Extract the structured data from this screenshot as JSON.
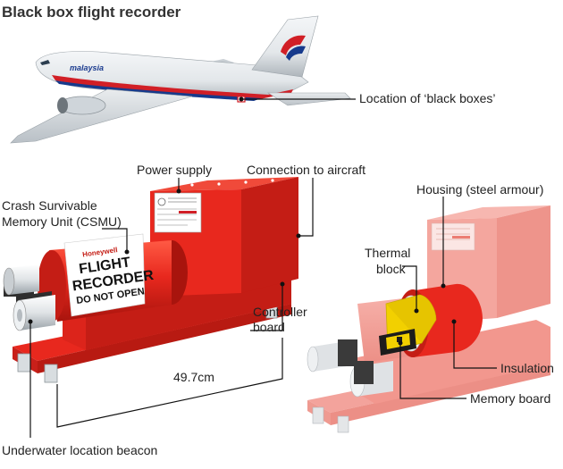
{
  "title": "Black box flight recorder",
  "airline_logo_text": "malaysia",
  "recorder_text": {
    "brand": "Honeywell",
    "line1": "FLIGHT",
    "line2": "RECORDER",
    "line3": "DO NOT OPEN"
  },
  "labels": {
    "location": "Location of ‘black boxes’",
    "power_supply": "Power supply",
    "connection": "Connection to aircraft",
    "csmu_line1": "Crash Survivable",
    "csmu_line2": "Memory Unit (CSMU)",
    "controller_line1": "Controller",
    "controller_line2": "board",
    "dimension": "49.7cm",
    "beacon": "Underwater location beacon",
    "housing": "Housing (steel armour)",
    "thermal_line1": "Thermal",
    "thermal_line2": "block",
    "insulation": "Insulation",
    "memory_board": "Memory board"
  },
  "colors": {
    "recorder_red": "#e8281e",
    "recorder_dark": "#b81a12",
    "faded_red": "#f3a39c",
    "thermal_yellow": "#f2d000",
    "leader": "#111111",
    "text": "#222222"
  }
}
